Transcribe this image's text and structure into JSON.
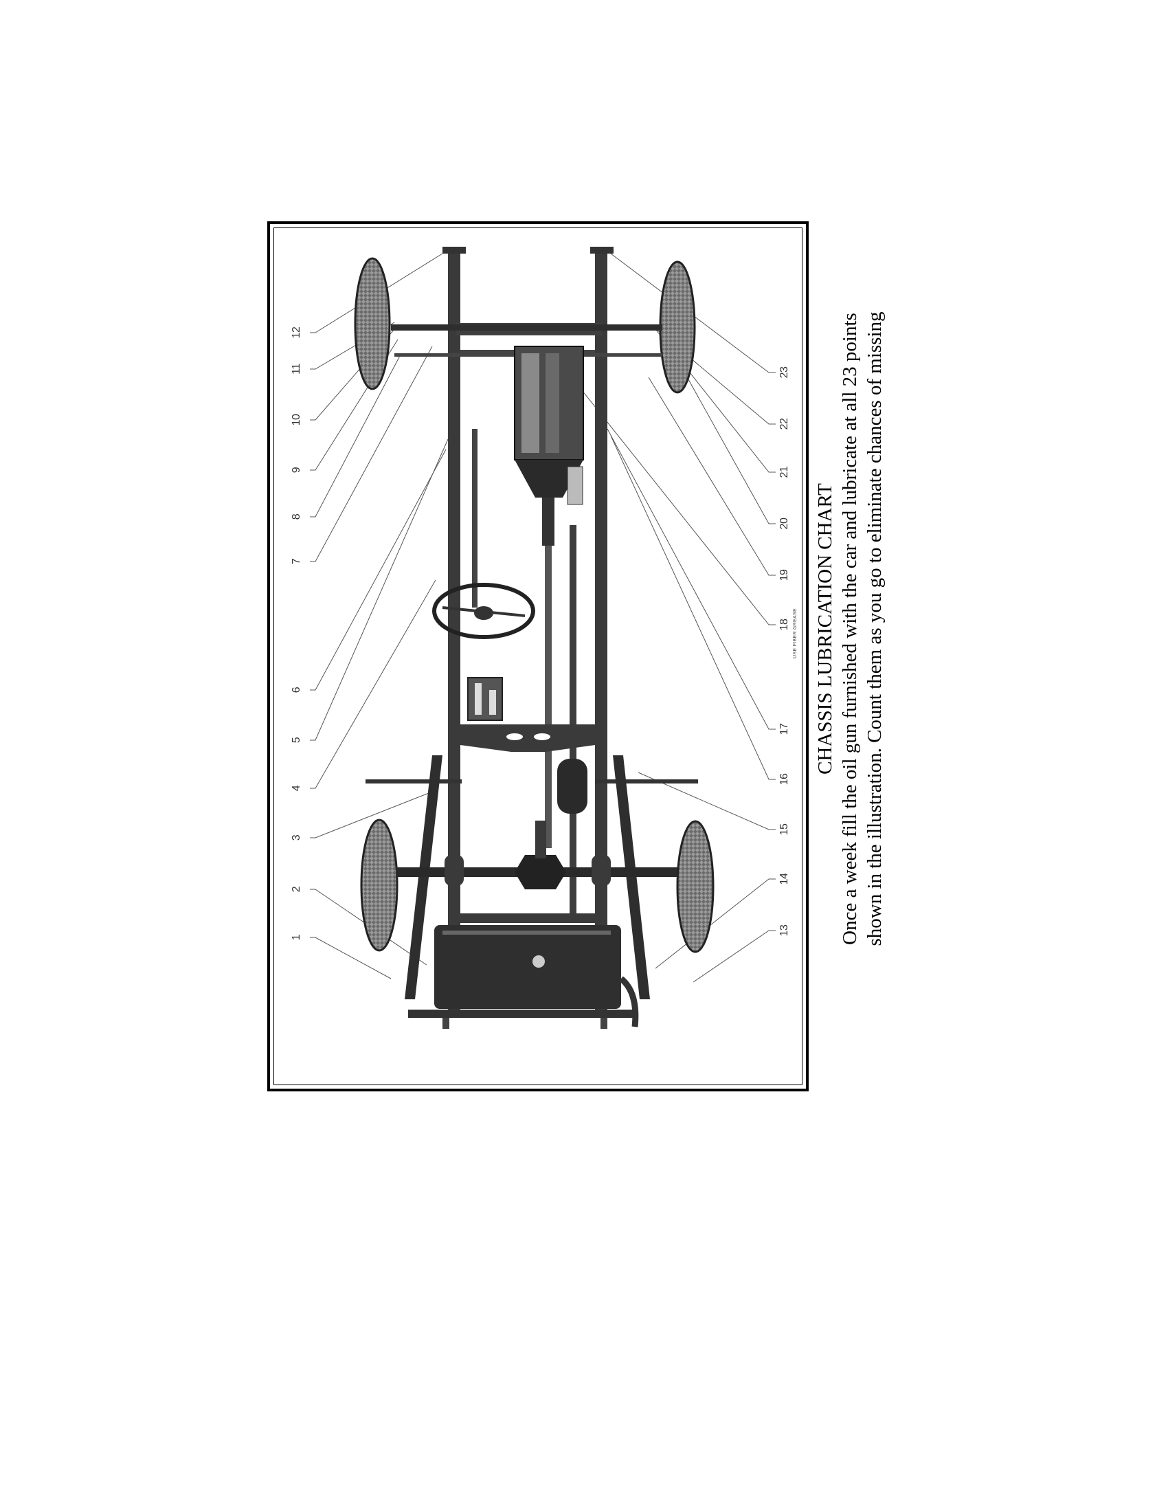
{
  "figure": {
    "title": "CHASSIS LUBRICATION CHART",
    "caption_lines": [
      "Once a week fill the oil gun furnished with the car and lubricate at all 23 points",
      "shown in the illustration. Count them as you go to eliminate chances of missing"
    ],
    "note": "USE FIBER GREASE",
    "total_points": 23,
    "callouts_left": [
      "1",
      "2",
      "3",
      "4",
      "5",
      "6",
      "7",
      "8",
      "9",
      "10",
      "11",
      "12"
    ],
    "callouts_right": [
      "13",
      "14",
      "15",
      "16",
      "17",
      "18",
      "19",
      "20",
      "21",
      "22",
      "23"
    ]
  }
}
